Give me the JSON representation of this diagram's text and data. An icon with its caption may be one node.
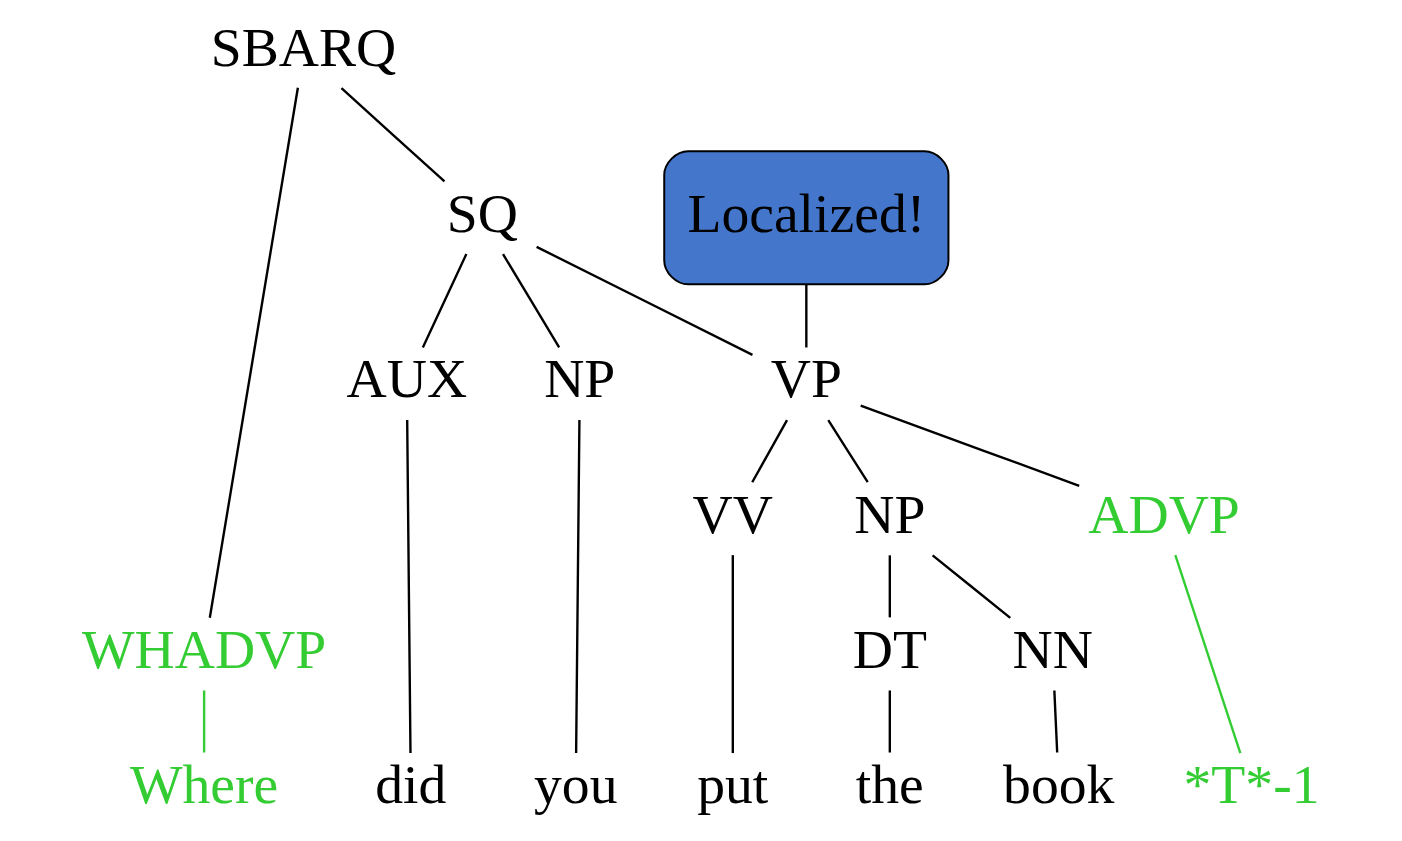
{
  "diagram": {
    "nodes": [
      {
        "text": [
          "SBARQ"
        ]
      },
      {
        "text": [
          "WHADVP"
        ]
      },
      {
        "text": [
          "SQ"
        ]
      },
      {
        "text": [
          "AUX"
        ]
      },
      {
        "text": [
          "NP"
        ]
      },
      {
        "text": [
          "VP"
        ]
      },
      {
        "text": [
          "VV"
        ]
      },
      {
        "text": [
          "NP"
        ]
      },
      {
        "text": [
          "ADVP"
        ]
      },
      {
        "text": [
          "DT"
        ]
      },
      {
        "text": [
          "NN"
        ]
      },
      {
        "text": [
          "Where"
        ]
      },
      {
        "text": [
          "did"
        ]
      },
      {
        "text": [
          "you"
        ]
      },
      {
        "text": [
          "put"
        ]
      },
      {
        "text": [
          "the"
        ]
      },
      {
        "text": [
          "book"
        ]
      },
      {
        "text": [
          "*T*-1"
        ]
      },
      {
        "text": [
          "Localized!"
        ]
      }
    ],
    "edges": [
      {
        "from": 0,
        "to": 1,
        "arrow": "none"
      },
      {
        "from": 0,
        "to": 2,
        "arrow": "none"
      },
      {
        "from": 2,
        "to": 3,
        "arrow": "none"
      },
      {
        "from": 2,
        "to": 4,
        "arrow": "none"
      },
      {
        "from": 2,
        "to": 5,
        "arrow": "none"
      },
      {
        "from": 5,
        "to": 6,
        "arrow": "none"
      },
      {
        "from": 5,
        "to": 7,
        "arrow": "none"
      },
      {
        "from": 5,
        "to": 8,
        "arrow": "none"
      },
      {
        "from": 7,
        "to": 9,
        "arrow": "none"
      },
      {
        "from": 7,
        "to": 10,
        "arrow": "none"
      },
      {
        "from": 1,
        "to": 11,
        "arrow": "none",
        "color": "#33cc33"
      },
      {
        "from": 3,
        "to": 12,
        "arrow": "none"
      },
      {
        "from": 4,
        "to": 13,
        "arrow": "none"
      },
      {
        "from": 6,
        "to": 14,
        "arrow": "none"
      },
      {
        "from": 9,
        "to": 15,
        "arrow": "none"
      },
      {
        "from": 10,
        "to": 16,
        "arrow": "none"
      },
      {
        "from": 8,
        "to": 17,
        "arrow": "none",
        "color": "#33cc33"
      },
      {
        "from": 18,
        "to": 5,
        "arrow": "none"
      }
    ]
  }
}
